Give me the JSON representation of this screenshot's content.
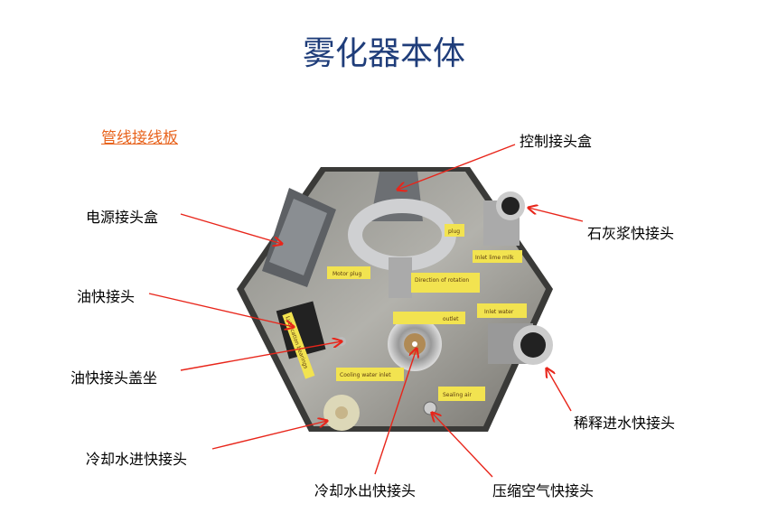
{
  "title": "雾化器本体",
  "subtitle": "管线接线板",
  "callouts": {
    "control_box": "控制接头盒",
    "power_box": "电源接头盒",
    "lime_coupling": "石灰浆快接头",
    "oil_coupling": "油快接头",
    "oil_coupling_seat": "油快接头盖坐",
    "dilution_water": "稀释进水快接头",
    "cooling_in": "冷却水进快接头",
    "cooling_out": "冷却水出快接头",
    "air_coupling": "压缩空气快接头"
  },
  "plate_labels": {
    "motor_plug": "Motor plug",
    "plug": "plug",
    "inlet_lime_milk": "Inlet lime milk",
    "direction": "Direction of rotation",
    "outlet": "outlet",
    "inlet_water": "Inlet water",
    "cooling_water_inlet": "Cooling water inlet",
    "sealing_air": "Sealing air",
    "lubrication": "Lubrication bearings"
  },
  "colors": {
    "title": "#1f3d7a",
    "subtitle": "#e8641e",
    "arrow": "#e8251a"
  }
}
